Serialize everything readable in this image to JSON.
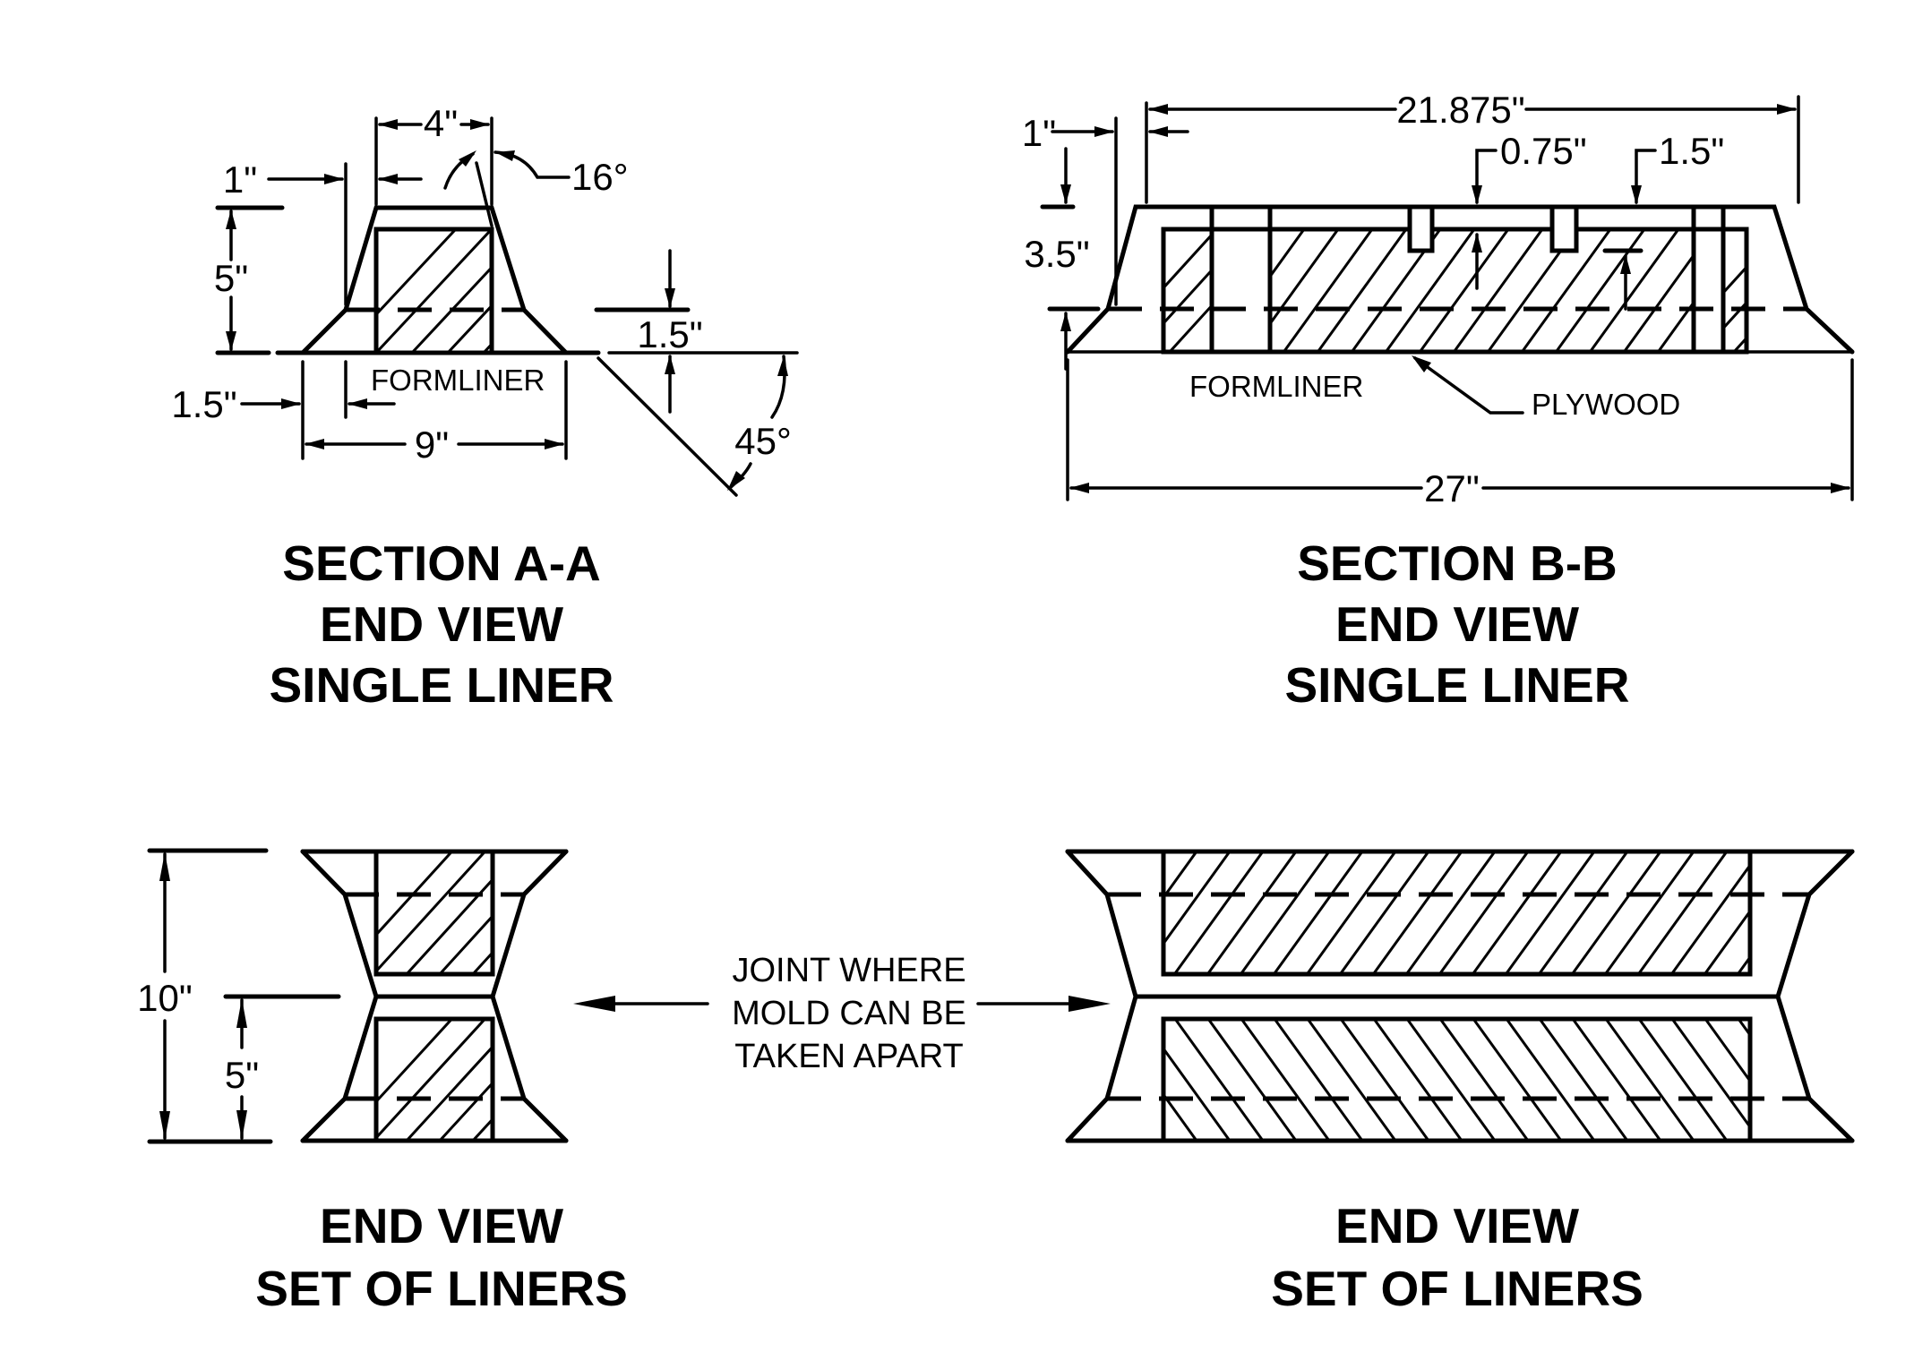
{
  "drawing": {
    "section_a": {
      "title_lines": [
        "SECTION A-A",
        "END VIEW",
        "SINGLE LINER"
      ],
      "dimensions": {
        "top_width": "4\"",
        "offset": "1\"",
        "draft_angle": "16°",
        "height": "5\"",
        "flange_height": "1.5\"",
        "flange_offset": "1.5\"",
        "base_width": "9\"",
        "flange_angle": "45°"
      },
      "labels": {
        "formliner": "FORMLINER"
      }
    },
    "section_b": {
      "title_lines": [
        "SECTION B-B",
        "END VIEW",
        "SINGLE LINER"
      ],
      "dimensions": {
        "top_length": "21.875\"",
        "offset": "1\"",
        "height": "3.5\"",
        "notch": "0.75\"",
        "notch_depth": "1.5\"",
        "base_length": "27\""
      },
      "labels": {
        "formliner": "FORMLINER",
        "plywood": "PLYWOOD"
      }
    },
    "set_short": {
      "title_lines": [
        "END VIEW",
        "SET OF LINERS"
      ],
      "dimensions": {
        "total_height": "10\"",
        "half_height": "5\""
      }
    },
    "set_long": {
      "title_lines": [
        "END VIEW",
        "SET OF LINERS"
      ]
    },
    "joint_note": [
      "JOINT WHERE",
      "MOLD CAN BE",
      "TAKEN APART"
    ]
  }
}
